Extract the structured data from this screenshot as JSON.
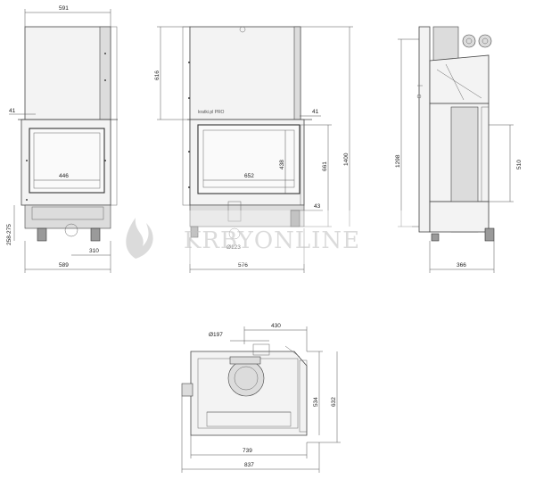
{
  "dimensions": {
    "front_top_width": "591",
    "front_right_upper_height": "616",
    "front_left_offset": "41",
    "front_inner_width": "446",
    "front_left_height": "258-275",
    "front_flue_offset": "310",
    "front_bottom_width": "589",
    "side_offset": "41",
    "side_inner_width": "652",
    "side_glass_height": "438",
    "side_total_height_a": "661",
    "side_total_height_b": "1400",
    "side_small": "43",
    "side_flue_dia": "Ø123",
    "side_bottom_width": "576",
    "right_height": "1298",
    "right_side_height": "510",
    "right_depth": "366",
    "plan_flue_dia": "Ø197",
    "plan_top_width": "430",
    "plan_depth_a": "534",
    "plan_depth_b": "632",
    "plan_width_a": "739",
    "plan_width_b": "837"
  },
  "brand_label": "kratki.pl PRO",
  "watermark": "KRBYONLINE",
  "colors": {
    "line": "#444444",
    "watermark": "#cfcfcf"
  }
}
